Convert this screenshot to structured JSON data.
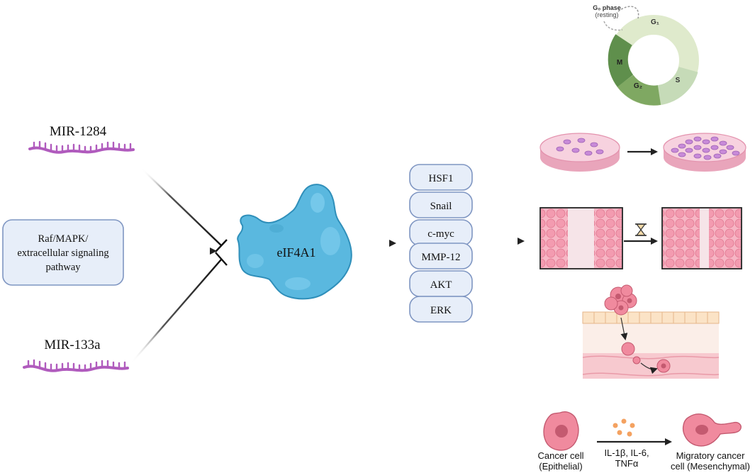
{
  "mirna": {
    "top_label": "MIR-1284",
    "bottom_label": "MIR-133a"
  },
  "pathway_box": {
    "line1": "Raf/MAPK/",
    "line2": "extracellular signaling",
    "line3": "pathway"
  },
  "protein": {
    "label": "eIF4A1"
  },
  "targets": [
    "HSF1",
    "Snail",
    "c-myc",
    "MMP-12",
    "AKT",
    "ERK"
  ],
  "cell_cycle": {
    "g0_phase": "G₀ phase",
    "g0_note": "(resting)",
    "g1": "G₁",
    "s": "S",
    "g2": "G₂",
    "m": "M"
  },
  "emt": {
    "epithelial_line1": "Cancer cell",
    "epithelial_line2": "(Epithelial)",
    "cytokines_line1": "IL-1β, IL-6,",
    "cytokines_line2": "TNFα",
    "mesenchymal_line1": "Migratory cancer",
    "mesenchymal_line2": "cell (Mesenchymal)"
  },
  "colors": {
    "mirna": "#b05bbd",
    "box_fill": "#e7eef9",
    "box_stroke": "#7f96c2",
    "protein": "#5ab8df",
    "protein_stroke": "#2f8fba",
    "cell_pink": "#f08a9e",
    "dish_pink": "#f7d2df",
    "cycle_light": "#dfeacc",
    "cycle_dark": "#5f8f4c"
  }
}
